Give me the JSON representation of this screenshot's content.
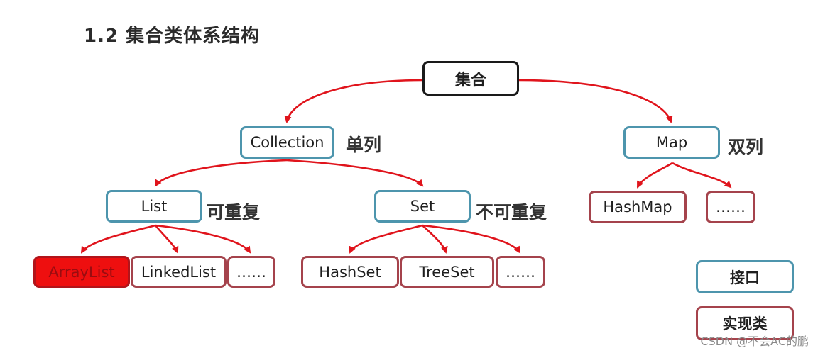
{
  "title": "1.2 集合类体系结构",
  "nodes": {
    "root": "集合",
    "collection": "Collection",
    "map": "Map",
    "list": "List",
    "set": "Set",
    "arraylist": "ArrayList",
    "linkedlist": "LinkedList",
    "list_more": "……",
    "hashset": "HashSet",
    "treeset": "TreeSet",
    "set_more": "……",
    "hashmap": "HashMap",
    "map_more": "……"
  },
  "notes": {
    "collection": "单列",
    "map": "双列",
    "list": "可重复",
    "set": "不可重复"
  },
  "legend": {
    "interface": "接口",
    "implementation": "实现类"
  },
  "colors": {
    "interface_border": "#4d95ad",
    "implementation_border": "#a5434c",
    "arrow": "#e0141c",
    "highlight_fill": "#ee0f0f"
  },
  "watermark": "CSDN @不会AC的鹏"
}
